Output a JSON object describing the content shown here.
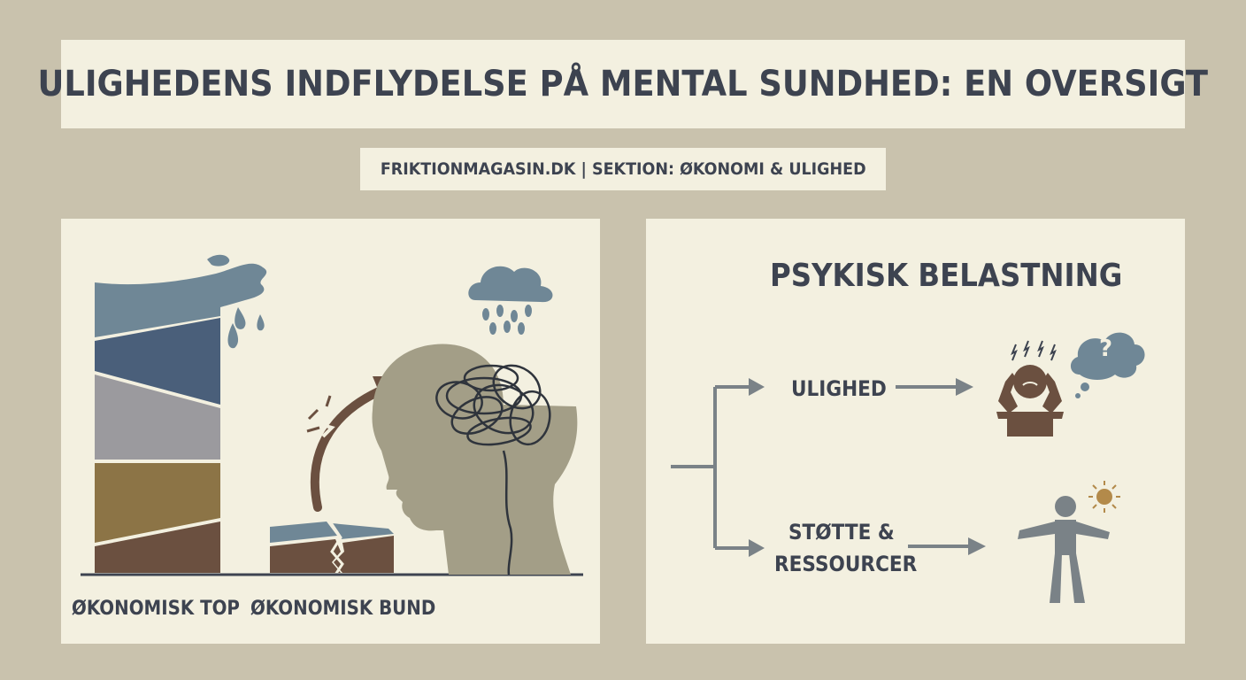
{
  "title": "ULIGHEDENS INDFLYDELSE PÅ MENTAL SUNDHED: EN OVERSIGT",
  "subtitle": "FRIKTIONMAGASIN.DK | SEKTION: ØKONOMI & ULIGHED",
  "left_panel": {
    "label_top": "ØKONOMISK TOP",
    "label_bottom": "ØKONOMISK BUND"
  },
  "right_panel": {
    "heading": "PSYKISK BELASTNING",
    "branch_top": "ULIGHED",
    "branch_bottom_line1": "STØTTE &",
    "branch_bottom_line2": "RESSOURCER",
    "thought_symbol": "?"
  },
  "colors": {
    "background": "#c9c2ad",
    "panel": "#f3f0e0",
    "text": "#3d4350",
    "slate": "#6f8796",
    "navy": "#4a5f7a",
    "grey": "#9b9a9e",
    "ochre": "#8c7446",
    "brown": "#6b5040",
    "head": "#a39e87",
    "arrow_grey": "#7a8287",
    "sun": "#b38a4a"
  },
  "icons": [
    "stacked-layers-icon",
    "cracked-block-icon",
    "curved-arrow-icon",
    "storm-cloud-icon",
    "tangled-head-icon",
    "stressed-person-icon",
    "question-cloud-icon",
    "calm-person-icon",
    "sun-icon"
  ]
}
